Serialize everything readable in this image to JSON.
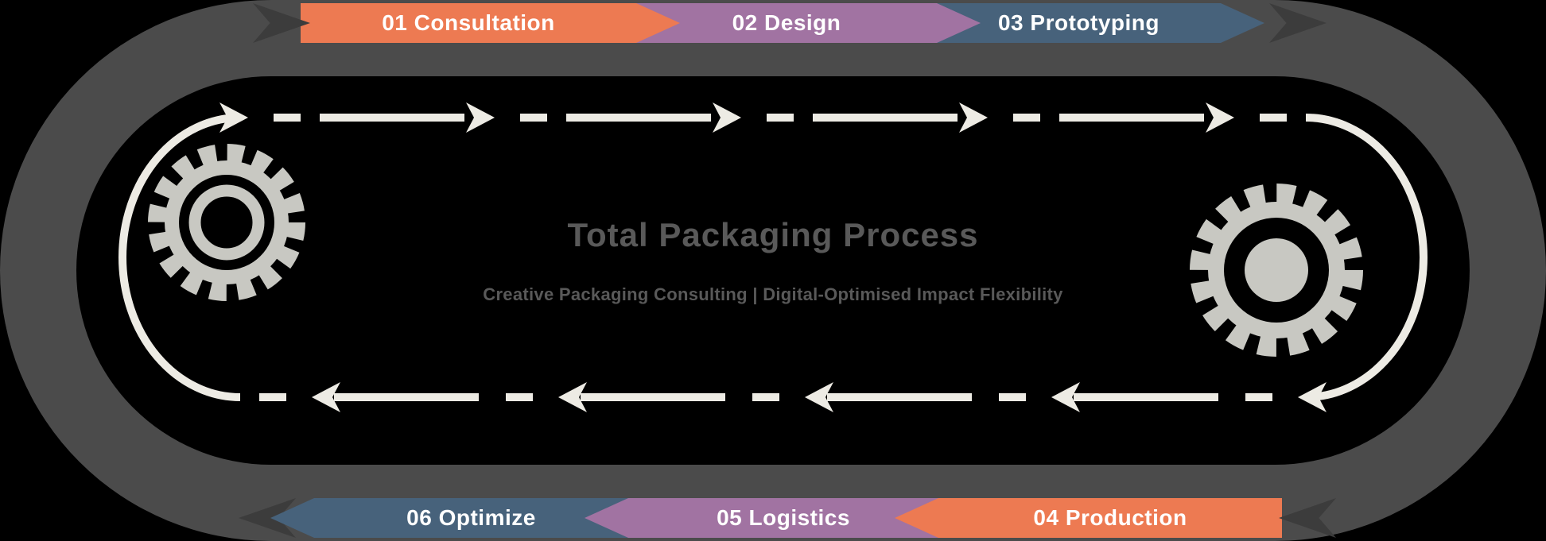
{
  "diagram": {
    "title": "Total Packaging Process",
    "subtitle": "Creative Packaging Consulting | Digital-Optimised Impact Flexibility",
    "steps": [
      {
        "number": "01",
        "label": "Consultation",
        "text": "01 Consultation",
        "color": "#ED7A52"
      },
      {
        "number": "02",
        "label": "Design",
        "text": "02 Design",
        "color": "#A173A2"
      },
      {
        "number": "03",
        "label": "Prototyping",
        "text": "03 Prototyping",
        "color": "#47627B"
      },
      {
        "number": "04",
        "label": "Production",
        "text": "04 Production",
        "color": "#ED7A52"
      },
      {
        "number": "05",
        "label": "Logistics",
        "text": "05 Logistics",
        "color": "#A173A2"
      },
      {
        "number": "06",
        "label": "Optimize",
        "text": "06 Optimize",
        "color": "#47627B"
      }
    ],
    "colors": {
      "background": "#000000",
      "loop_band": "#4B4B4B",
      "band_chevron": "#3C3C3C",
      "belt": "#EDEBE4",
      "gear": "#C8C8C2",
      "text": "#595959",
      "step_text": "#FFFFFF"
    },
    "icons": [
      "gear-icon",
      "arrow-right-icon",
      "arrow-left-icon",
      "chevron-icon"
    ]
  }
}
